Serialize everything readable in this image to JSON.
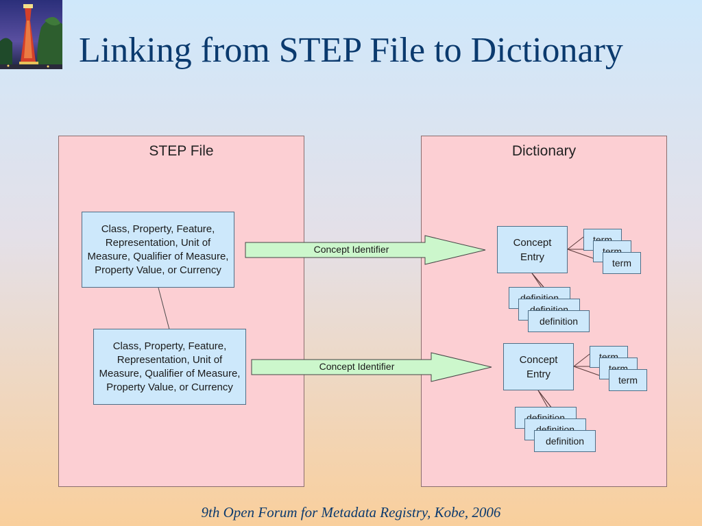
{
  "slide": {
    "title": "Linking from STEP File to Dictionary",
    "footer": "9th Open Forum for Metadata Registry, Kobe, 2006"
  },
  "step_panel": {
    "title": "STEP File",
    "box_top": "Class, Property, Feature, Representation, Unit of Measure, Qualifier of Measure, Property Value, or Currency",
    "box_bottom": "Class, Property, Feature, Representation, Unit of Measure, Qualifier of Measure, Property Value, or Currency"
  },
  "arrows": {
    "top_label": "Concept Identifier",
    "bottom_label": "Concept Identifier"
  },
  "dictionary_panel": {
    "title": "Dictionary",
    "entries": [
      {
        "label": "Concept Entry",
        "terms": [
          "term",
          "term",
          "term"
        ],
        "definitions": [
          "definition",
          "definition",
          "definition"
        ]
      },
      {
        "label": "Concept Entry",
        "terms": [
          "term",
          "term",
          "term"
        ],
        "definitions": [
          "definition",
          "definition",
          "definition"
        ]
      }
    ]
  },
  "colors": {
    "title": "#0b3a6e",
    "panel_fill": "#fccfd3",
    "box_fill": "#cde8fb",
    "arrow_fill": "#ccf7cc"
  }
}
